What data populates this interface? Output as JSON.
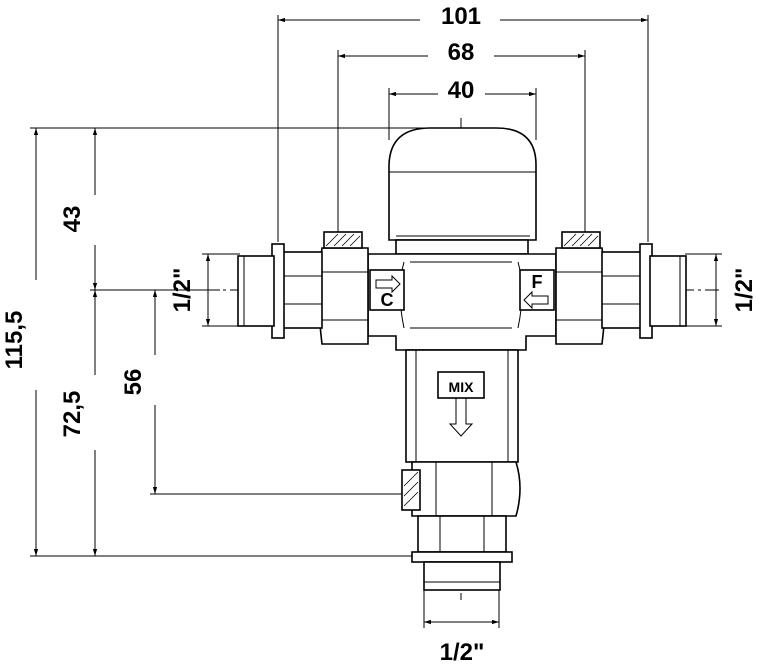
{
  "dimensions": {
    "width_overall": "101",
    "width_connections": "68",
    "width_head": "40",
    "height_overall": "115,5",
    "height_top": "43",
    "height_bottom": "72,5",
    "height_outlet": "56"
  },
  "connections": {
    "left": "1/2\"",
    "right": "1/2\"",
    "bottom": "1/2\""
  },
  "port_labels": {
    "cold": "C",
    "hot": "F",
    "mix": "MIX"
  }
}
